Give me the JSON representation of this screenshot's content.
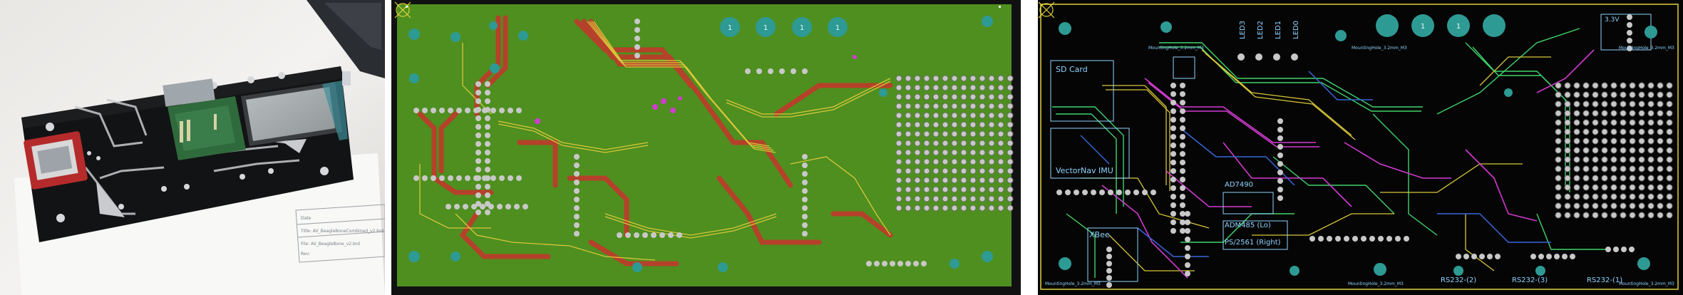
{
  "photo": {
    "title_block_lines": [
      "Date",
      "Title: AV_BeagleBoneCombined_v2.brd",
      "File: AV_BeagleBone_v2.brd",
      "Rev: "
    ]
  },
  "copper": {
    "pad_numbers": [
      "1",
      "1",
      "1",
      "1"
    ]
  },
  "silkscreen": {
    "labels": {
      "sd_card": "SD Card",
      "imu": "VectorNav IMU",
      "xbee": "XBee",
      "ad7490": "AD7490",
      "adm485": "ADM485 (Lo)",
      "ps2": "PS/2561 (Right)",
      "rs232_2": "RS232-(2)",
      "rs232_3": "RS232-(3)",
      "rs232_1": "RS232-(1)",
      "v33": "3.3V",
      "mount_tl": "MountingHole_3.2mm_M3",
      "mount_tm": "MountingHole_3.2mm_M3",
      "mount_tr": "MountingHole_3.2mm_M3",
      "mount_bl": "MountingHole_3.2mm_M3",
      "mount_bm": "MountingHole_3.2mm_M3",
      "mount_br": "MountingHole_3.2mm_M3",
      "leds": [
        "LED3",
        "LED2",
        "LED1",
        "LED0"
      ]
    }
  },
  "colors": {
    "ground_pour": "#4e8f1f",
    "copper_red": "#b5412a",
    "trace_yellow": "#d8c63a",
    "trace_green": "#3fd36a",
    "trace_magenta": "#d23bd0",
    "trace_blue": "#3a66d8",
    "pad_fill": "#c8c8c8",
    "pad_teal": "#2e9a94",
    "board_black": "#050505",
    "silk": "#8fd3ff"
  }
}
